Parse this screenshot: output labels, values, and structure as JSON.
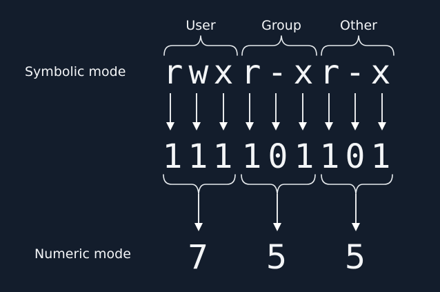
{
  "labels": {
    "symbolic": "Symbolic mode",
    "numeric": "Numeric mode"
  },
  "groups": [
    {
      "name": "User",
      "symbolic": [
        "r",
        "w",
        "x"
      ],
      "bits": [
        "1",
        "1",
        "1"
      ],
      "numeric": "7"
    },
    {
      "name": "Group",
      "symbolic": [
        "r",
        "-",
        "x"
      ],
      "bits": [
        "1",
        "0",
        "1"
      ],
      "numeric": "5"
    },
    {
      "name": "Other",
      "symbolic": [
        "r",
        "-",
        "x"
      ],
      "bits": [
        "1",
        "0",
        "1"
      ],
      "numeric": "5"
    }
  ],
  "colors": {
    "background": "#131d2c",
    "foreground": "#f3f5f7"
  }
}
